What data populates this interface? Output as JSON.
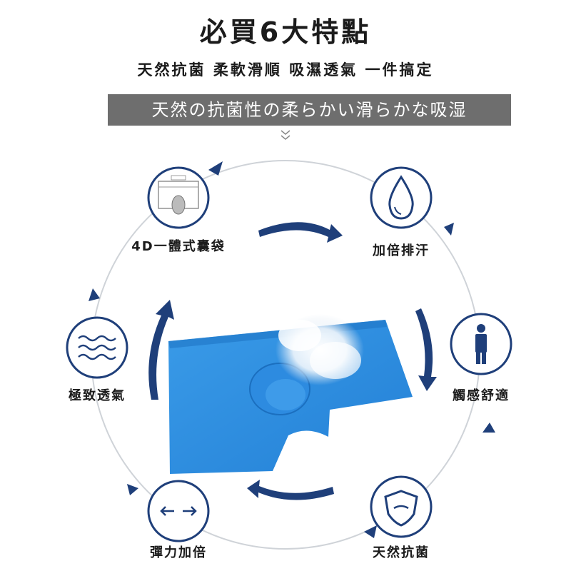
{
  "header": {
    "title": "必買6大特點",
    "subtitle": "天然抗菌 柔軟滑順 吸濕透氣 一件搞定",
    "banner": "天然の抗菌性の柔らかい滑らかな吸湿"
  },
  "features": [
    {
      "label": "4D一體式囊袋",
      "icon": "pouch-diagram-icon"
    },
    {
      "label": "加倍排汗",
      "icon": "water-drop-icon"
    },
    {
      "label": "觸感舒適",
      "icon": "person-icon"
    },
    {
      "label": "天然抗菌",
      "icon": "shield-icon"
    },
    {
      "label": "彈力加倍",
      "icon": "left-right-arrows-icon"
    },
    {
      "label": "極致透氣",
      "icon": "waves-icon"
    }
  ],
  "colors": {
    "accent": "#1f3f7a",
    "product": "#2f8ee0",
    "banner": "#6e6e6e"
  }
}
